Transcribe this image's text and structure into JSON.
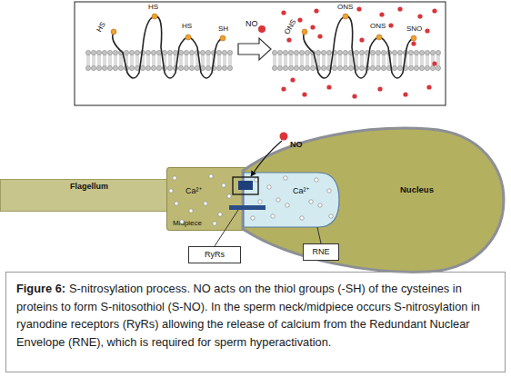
{
  "diagram": {
    "caption": "S-nitrosylation process. NO acts on the thiol groups (-SH) of the cysteines in proteins to form S-nitosothiol (S-NO). In the sperm neck/midpiece occurs S-nitrosylation in ryanodine receptors (RyRs) allowing the release of calcium from the Redundant Nuclear Envelope (RNE), which is required for sperm hyperactivation.",
    "nodes": [
      {
        "text": [
          "Flagellum"
        ]
      },
      {
        "text": [
          "Midpiece"
        ]
      },
      {
        "text": [
          "Nucleus"
        ]
      },
      {
        "text": [
          "RyRs"
        ]
      },
      {
        "text": [
          "RNE"
        ]
      }
    ],
    "labels": [
      "HS",
      "HS",
      "HS",
      "SH",
      "NO",
      "ONS",
      "ONS",
      "ONS",
      "SNO",
      "NO",
      "Ca²⁺",
      "Ca²⁺",
      "Figure 6:"
    ]
  }
}
